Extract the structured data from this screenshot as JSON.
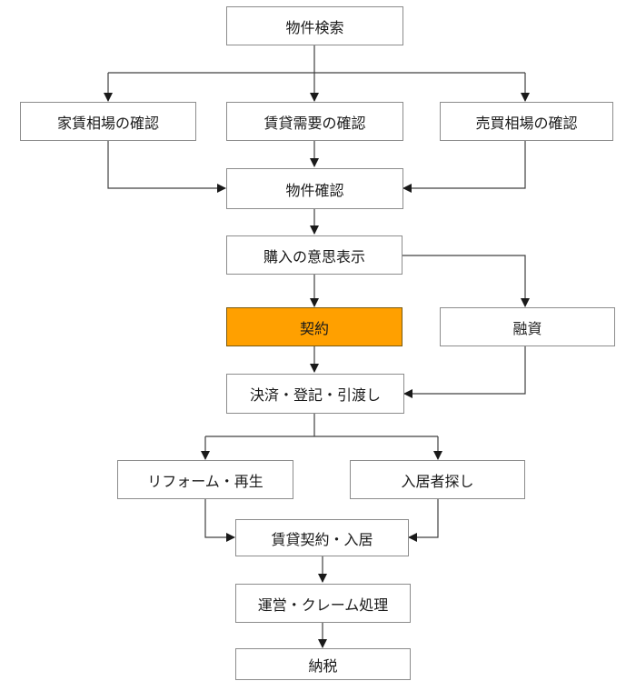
{
  "diagram": {
    "highlight_color": "#ffa000",
    "line_color": "#404040",
    "nodes": {
      "bukken_kensaku": "物件検索",
      "yachin_souba": "家賃相場の確認",
      "chintai_juyou": "賃貸需要の確認",
      "baibai_souba": "売買相場の確認",
      "bukken_kakunin": "物件確認",
      "kounyu_ishi": "購入の意思表示",
      "keiyaku": "契約",
      "yuushi": "融資",
      "kessai": "決済・登記・引渡し",
      "reform": "リフォーム・再生",
      "nyukyosha": "入居者探し",
      "chintai_keiyaku": "賃貸契約・入居",
      "unei": "運営・クレーム処理",
      "nouzei": "納税"
    }
  }
}
